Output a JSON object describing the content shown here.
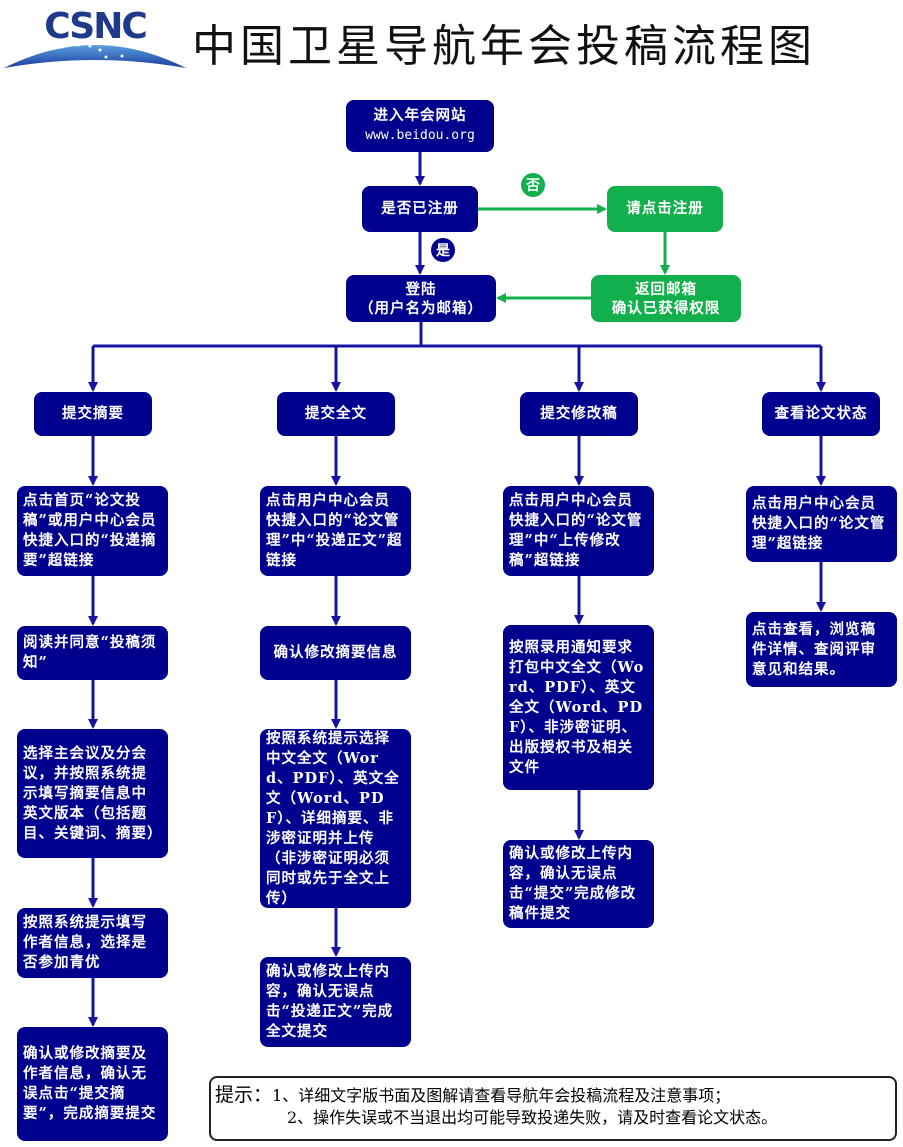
{
  "logo": {
    "text": "CSNC"
  },
  "title": "中国卫星导航年会投稿流程图",
  "start": {
    "line1": "进入年会网站",
    "line2": "www.beidou.org"
  },
  "registered_question": "是否已注册",
  "no_label": "否",
  "yes_label": "是",
  "register": "请点击注册",
  "return_email": {
    "line1": "返回邮箱",
    "line2": "确认已获得权限"
  },
  "login": {
    "line1": "登陆",
    "line2": "（用户名为邮箱）"
  },
  "columns": [
    {
      "header": "提交摘要",
      "steps": [
        "点击首页“论文投稿”或用户中心会员快捷入口的“投递摘要”超链接",
        "阅读并同意“投稿须知”",
        "选择主会议及分会议，并按照系统提示填写摘要信息中英文版本（包括题目、关键词、摘要）",
        "按照系统提示填写作者信息，选择是否参加青优",
        "确认或修改摘要及作者信息，确认无误点击“提交摘要”，完成摘要提交"
      ]
    },
    {
      "header": "提交全文",
      "steps": [
        "点击用户中心会员快捷入口的“论文管理”中“投递正文”超链接",
        "确认修改摘要信息",
        "按照系统提示选择中文全文（Word、PDF）、英文全文（Word、PDF）、详细摘要、非涉密证明并上传（非涉密证明必须同时或先于全文上传）",
        "确认或修改上传内容，确认无误点击“投递正文”完成全文提交"
      ]
    },
    {
      "header": "提交修改稿",
      "steps": [
        "点击用户中心会员快捷入口的“论文管理”中“上传修改稿”超链接",
        "按照录用通知要求打包中文全文（Word、PDF）、英文全文（Word、PDF）、非涉密证明、出版授权书及相关文件",
        "确认或修改上传内容，确认无误点击“提交”完成修改稿件提交"
      ]
    },
    {
      "header": "查看论文状态",
      "steps": [
        "点击用户中心会员快捷入口的“论文管理”超链接",
        "点击查看，浏览稿件详情、查阅评审意见和结果。"
      ]
    }
  ],
  "note": {
    "label": "提示：",
    "line1": "1、详细文字版书面及图解请查看导航年会投稿流程及注意事项；",
    "line2": "2、操作失误或不当退出均可能导致投递失败，请及时查看论文状态。"
  },
  "colors": {
    "navy": "#00008f",
    "green": "#12b04c"
  }
}
